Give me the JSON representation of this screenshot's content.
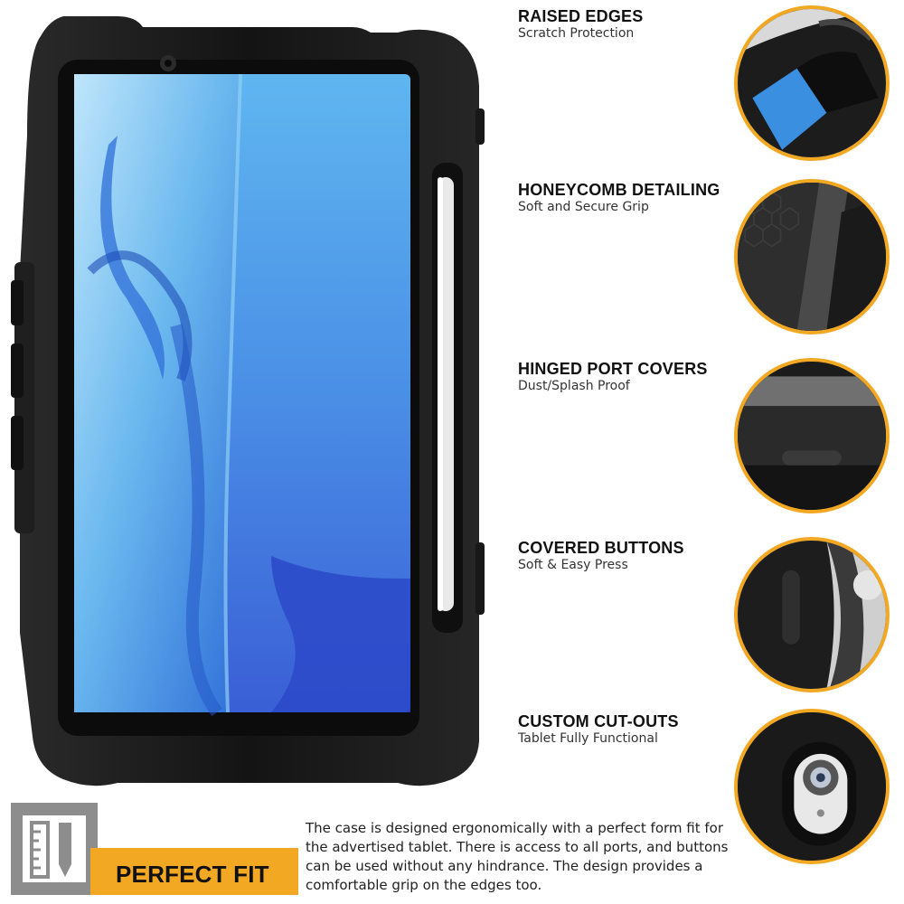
{
  "features": [
    {
      "title": "RAISED EDGES",
      "subtitle": "Scratch Protection",
      "icon": "raised-edge-detail"
    },
    {
      "title": "HONEYCOMB DETAILING",
      "subtitle": "Soft and Secure Grip",
      "icon": "honeycomb-detail"
    },
    {
      "title": "HINGED PORT COVERS",
      "subtitle": "Dust/Splash Proof",
      "icon": "port-cover-detail"
    },
    {
      "title": "COVERED BUTTONS",
      "subtitle": "Soft & Easy Press",
      "icon": "button-detail"
    },
    {
      "title": "CUSTOM CUT-OUTS",
      "subtitle": "Tablet Fully Functional",
      "icon": "camera-cutout-detail"
    }
  ],
  "fit": {
    "label": "PERFECT FIT",
    "icon": "ruler-pencil-icon",
    "description": "The case is designed ergonomically with a perfect form fit for the advertised tablet. There is access to all ports, and buttons can be used without any hindrance. The design provides a comfortable grip on the edges too."
  },
  "colors": {
    "accent": "#f2a823",
    "case": "#1b1b1b",
    "screen_blue": "#3b8fe0",
    "icon_box": "#8d8d8d"
  }
}
